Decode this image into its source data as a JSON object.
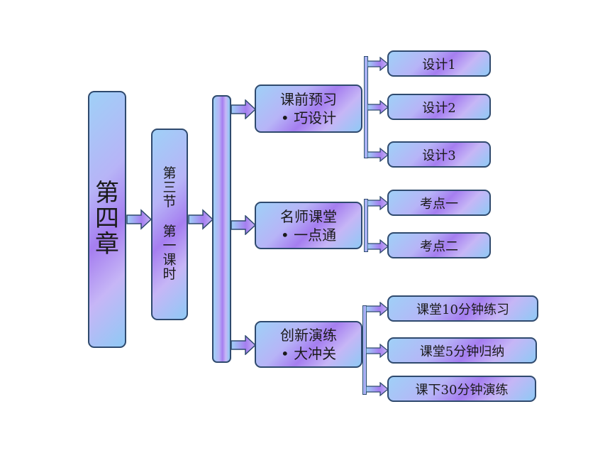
{
  "chapter": [
    "第",
    "四",
    "章"
  ],
  "section_a": [
    "第",
    "三",
    "节"
  ],
  "section_b": [
    "第",
    "一",
    "课",
    "时"
  ],
  "groups": [
    {
      "line1": "课前预习",
      "line2": "• 巧设计",
      "items": [
        "设计1",
        "设计2",
        "设计3"
      ]
    },
    {
      "line1": "名师课堂",
      "line2": "• 一点通",
      "items": [
        "考点一",
        "考点二"
      ]
    },
    {
      "line1": "创新演练",
      "line2": "• 大冲关",
      "items": [
        "课堂10分钟练习",
        "课堂5分钟归纳",
        "课下30分钟演练"
      ]
    }
  ]
}
